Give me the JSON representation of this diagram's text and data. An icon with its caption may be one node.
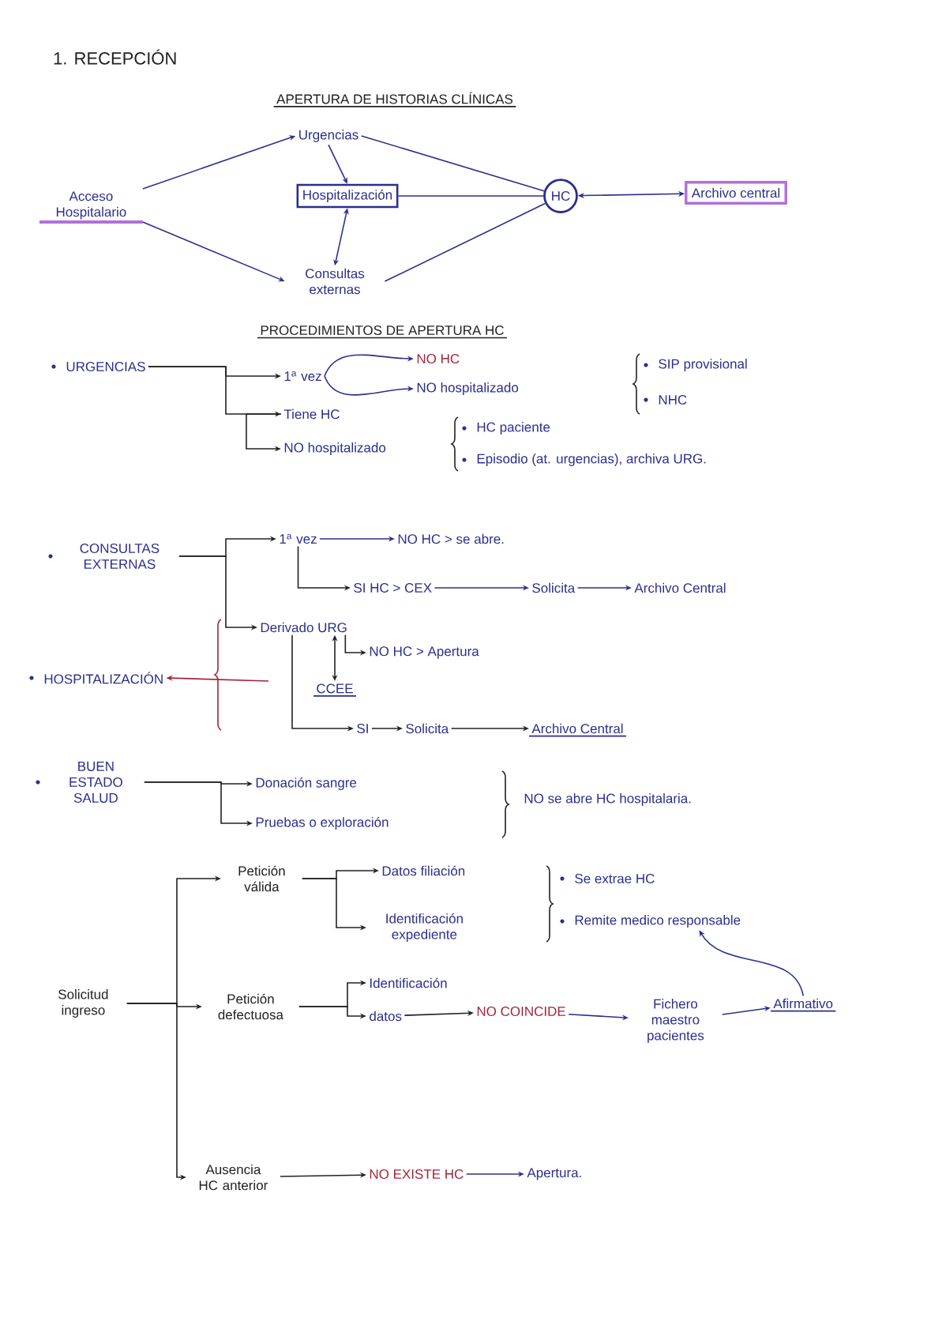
{
  "diagram": {
    "title": "1. RECEPCIÓN",
    "nodes": [
      {
        "text": [
          "Acceso Hospitalario"
        ]
      },
      {
        "text": [
          "Urgencias"
        ]
      },
      {
        "text": [
          "Hospitalización"
        ]
      },
      {
        "text": [
          "Consultas externas"
        ]
      },
      {
        "text": [
          "HC"
        ]
      },
      {
        "text": [
          "Archivo central"
        ]
      },
      {
        "text": [
          "URGENCIAS"
        ]
      },
      {
        "text": [
          "1$^{a}$ vez"
        ]
      },
      {
        "text": [
          "NO HC"
        ]
      },
      {
        "text": [
          "NO hospitalizado"
        ]
      },
      {
        "text": [
          "Tiene HC"
        ]
      },
      {
        "text": [
          "NO hospitalizado"
        ]
      },
      {
        "text": [
          "CONSULTAS EXTERNAS"
        ]
      },
      {
        "text": [
          "1$^{a}$ vez"
        ]
      },
      {
        "text": [
          "NO HC > se abre."
        ]
      },
      {
        "text": [
          "SI HC > CEX"
        ]
      },
      {
        "text": [
          "Solicita"
        ]
      },
      {
        "text": [
          "Archivo Central"
        ]
      },
      {
        "text": [
          "Derivado URG"
        ]
      },
      {
        "text": [
          "NO HC > Apertura"
        ]
      },
      {
        "text": [
          "HOSPITALIZACIÓN"
        ]
      },
      {
        "text": [
          "CCEE"
        ]
      },
      {
        "text": [
          "SI"
        ]
      },
      {
        "text": [
          "Solicita"
        ]
      },
      {
        "text": [
          "Archivo Central"
        ]
      },
      {
        "text": [
          "BUEN ESTADO SALUD"
        ]
      },
      {
        "text": [
          "Donación sangre"
        ]
      },
      {
        "text": [
          "Pruebas o exploración"
        ]
      },
      {
        "text": [
          "Petición válida"
        ]
      },
      {
        "text": [
          "Datos filiación"
        ]
      },
      {
        "text": [
          "Identificación expediente"
        ]
      },
      {
        "text": [
          "Remite medico responsable"
        ]
      },
      {
        "text": [
          "Solicitud ingreso"
        ]
      },
      {
        "text": [
          "Petición defectuosa"
        ]
      },
      {
        "text": [
          "Identificación"
        ]
      },
      {
        "text": [
          "datos"
        ]
      },
      {
        "text": [
          "NO COINCIDE"
        ]
      },
      {
        "text": [
          "Fichero maestro pacientes"
        ]
      },
      {
        "text": [
          "Afirmativo"
        ]
      },
      {
        "text": [
          "Ausencia HC anterior"
        ]
      },
      {
        "text": [
          "NO EXISTE HC"
        ]
      },
      {
        "text": [
          "Apertura."
        ]
      }
    ],
    "edges": [
      {
        "from": 0,
        "to": 1,
        "arrow": "to",
        "color": "#2b2f8f"
      },
      {
        "from": 0,
        "to": 3,
        "arrow": "to",
        "color": "#2b2f8f"
      },
      {
        "from": 1,
        "to": 2,
        "arrow": "to",
        "color": "#2b2f8f"
      },
      {
        "from": 2,
        "to": 3,
        "arrow": "both",
        "color": "#2b2f8f"
      },
      {
        "from": 1,
        "to": 4,
        "arrow": "none",
        "color": "#2b2f8f"
      },
      {
        "from": 2,
        "to": 4,
        "arrow": "none",
        "color": "#2b2f8f"
      },
      {
        "from": 3,
        "to": 4,
        "arrow": "none",
        "color": "#2b2f8f"
      },
      {
        "from": 4,
        "to": 5,
        "arrow": "both",
        "color": "#2b2f8f"
      },
      {
        "from": 6,
        "to": 7,
        "arrow": "to"
      },
      {
        "from": 6,
        "to": 10,
        "arrow": "to"
      },
      {
        "from": 7,
        "to": 8,
        "arrow": "to",
        "color": "#2b2f8f"
      },
      {
        "from": 7,
        "to": 9,
        "arrow": "to",
        "color": "#2b2f8f"
      },
      {
        "from": 10,
        "to": 11,
        "arrow": "to"
      },
      {
        "from": 12,
        "to": 13,
        "arrow": "to"
      },
      {
        "from": 12,
        "to": 18,
        "arrow": "to"
      },
      {
        "from": 13,
        "to": 14,
        "arrow": "to",
        "color": "#2b2f8f"
      },
      {
        "from": 13,
        "to": 15,
        "arrow": "to"
      },
      {
        "from": 15,
        "to": 16,
        "arrow": "to",
        "color": "#2b2f8f"
      },
      {
        "from": 16,
        "to": 17,
        "arrow": "to",
        "color": "#2b2f8f"
      },
      {
        "from": 18,
        "to": 19,
        "arrow": "to"
      },
      {
        "from": 18,
        "to": 21,
        "arrow": "both"
      },
      {
        "from": 18,
        "to": 22,
        "arrow": "to"
      },
      {
        "from": 22,
        "to": 23,
        "arrow": "to"
      },
      {
        "from": 23,
        "to": 24,
        "arrow": "to"
      },
      {
        "from": null,
        "to": 20,
        "arrow": "to",
        "color": "#a3243a"
      },
      {
        "from": 25,
        "to": 26,
        "arrow": "to"
      },
      {
        "from": 25,
        "to": 27,
        "arrow": "to"
      },
      {
        "from": 32,
        "to": 28,
        "arrow": "to"
      },
      {
        "from": 32,
        "to": 33,
        "arrow": "to"
      },
      {
        "from": 32,
        "to": 39,
        "arrow": "to"
      },
      {
        "from": 28,
        "to": 29,
        "arrow": "to"
      },
      {
        "from": 28,
        "to": 30,
        "arrow": "to"
      },
      {
        "from": 33,
        "to": 34,
        "arrow": "to"
      },
      {
        "from": 33,
        "to": 35,
        "arrow": "to"
      },
      {
        "from": 35,
        "to": 36,
        "arrow": "to"
      },
      {
        "from": 36,
        "to": 37,
        "arrow": "to",
        "color": "#2b2f8f"
      },
      {
        "from": 37,
        "to": 38,
        "arrow": "to",
        "color": "#2b2f8f"
      },
      {
        "from": 38,
        "to": 31,
        "arrow": "to",
        "color": "#2b2f8f"
      },
      {
        "from": 39,
        "to": 40,
        "arrow": "to"
      },
      {
        "from": 40,
        "to": 41,
        "arrow": "to",
        "color": "#2b2f8f"
      }
    ],
    "labels": [
      "APERTURA DE HISTORIAS CLÍNICAS",
      "PROCEDIMIENTOS DE APERTURA HC",
      "SIP provisional",
      "NHC",
      "HC paciente",
      "Episodio (at. urgencias), archiva URG.",
      "NO se abre HC hospitalaria.",
      "Se extrae HC"
    ]
  }
}
